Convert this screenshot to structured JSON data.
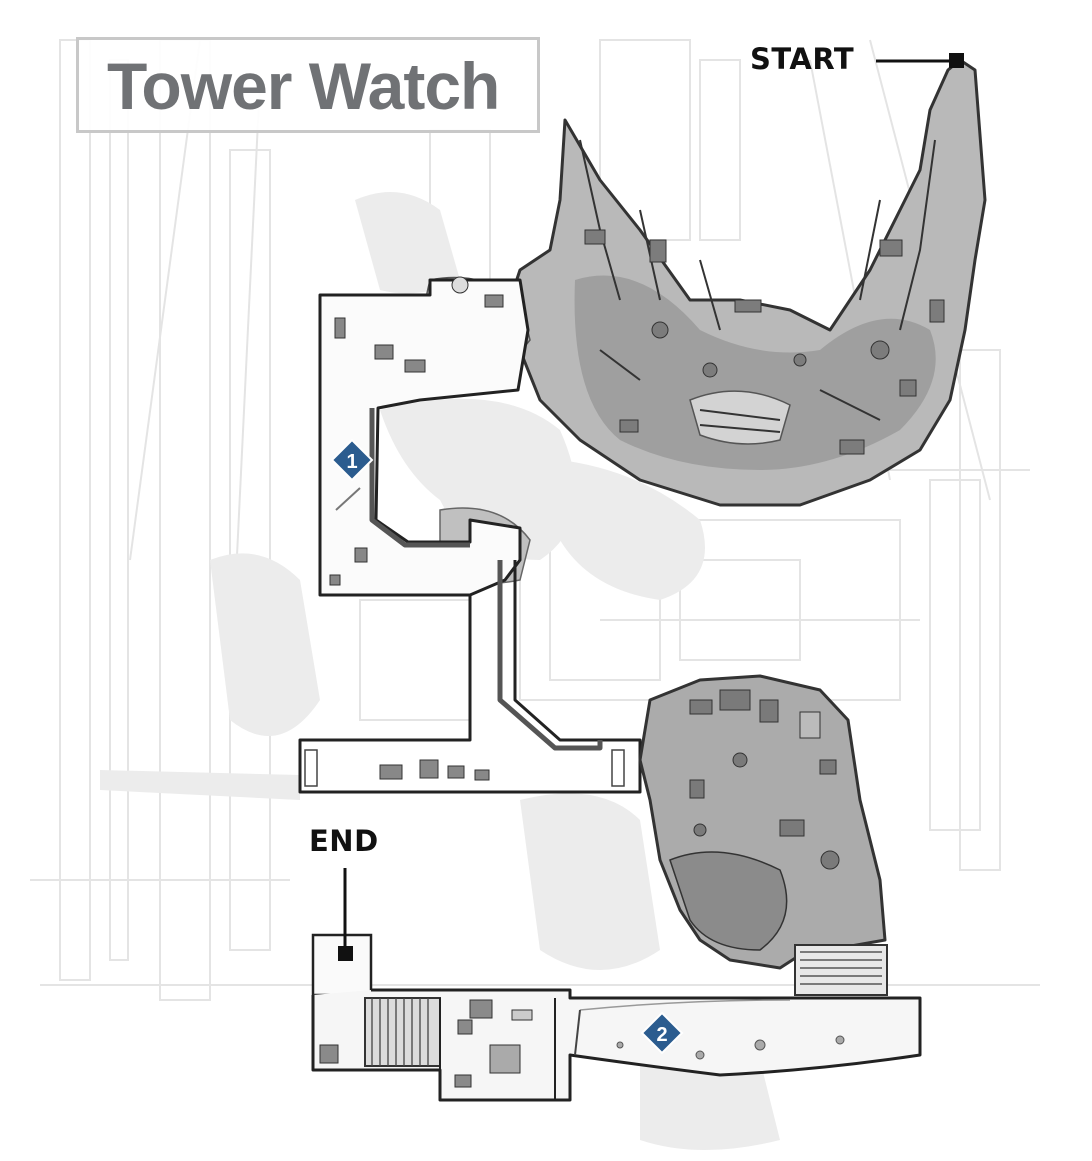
{
  "map": {
    "title": "Tower Watch",
    "start_label": "START",
    "end_label": "END",
    "markers": [
      {
        "id": "marker-1",
        "label": "1"
      },
      {
        "id": "marker-2",
        "label": "2"
      }
    ],
    "colors": {
      "marker": "#2b5c8f",
      "marker_text": "#ffffff",
      "wall_line": "#444444",
      "rubble": "#8c8c8c",
      "faint_structure": "#e6e6e6",
      "title_text": "#707275",
      "title_border": "#c8c8c8",
      "label_text": "#111111"
    },
    "icons": {
      "start_pointer": "square-end-pointer",
      "end_pointer": "square-end-pointer",
      "objective_marker": "diamond-marker"
    }
  }
}
